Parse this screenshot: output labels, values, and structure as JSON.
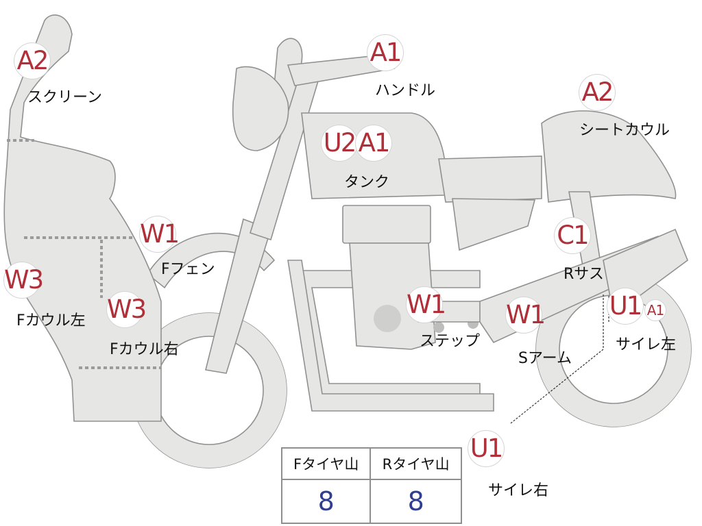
{
  "badges": {
    "screen": "A2",
    "handle": "A1",
    "seat_cowl": "A2",
    "tank_u": "U2",
    "tank_a": "A1",
    "f_fender": "W1",
    "r_sus": "C1",
    "f_cowl_left": "W3",
    "f_cowl_right": "W3",
    "step": "W1",
    "s_arm": "W1",
    "silencer_left_u": "U1",
    "silencer_left_a": "A1",
    "silencer_right": "U1"
  },
  "labels": {
    "screen": "スクリーン",
    "handle": "ハンドル",
    "seat_cowl": "シートカウル",
    "tank": "タンク",
    "f_fender": "Fフェン",
    "r_sus": "Rサス",
    "f_cowl_left": "Fカウル左",
    "f_cowl_right": "Fカウル右",
    "step": "ステップ",
    "s_arm": "Sアーム",
    "silencer_left": "サイレ左",
    "silencer_right": "サイレ右"
  },
  "tire_table": {
    "headers": [
      "Fタイヤ山",
      "Rタイヤ山"
    ],
    "values": [
      "8",
      "8"
    ]
  },
  "colors": {
    "badge_text": "#b0303a",
    "table_value": "#2f3e8e",
    "bike_fill": "#e6e7e4",
    "bike_outline": "#8f9190"
  }
}
